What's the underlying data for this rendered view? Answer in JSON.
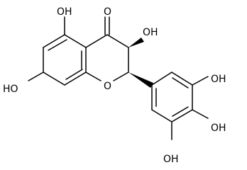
{
  "molecule": {
    "labels": {
      "oh_5": "OH",
      "ketone_o": "O",
      "oh_3": "OH",
      "oh_7": "HO",
      "ring_o": "O",
      "oh_3p": "OH",
      "oh_4p": "OH",
      "oh_5p": "OH"
    }
  }
}
